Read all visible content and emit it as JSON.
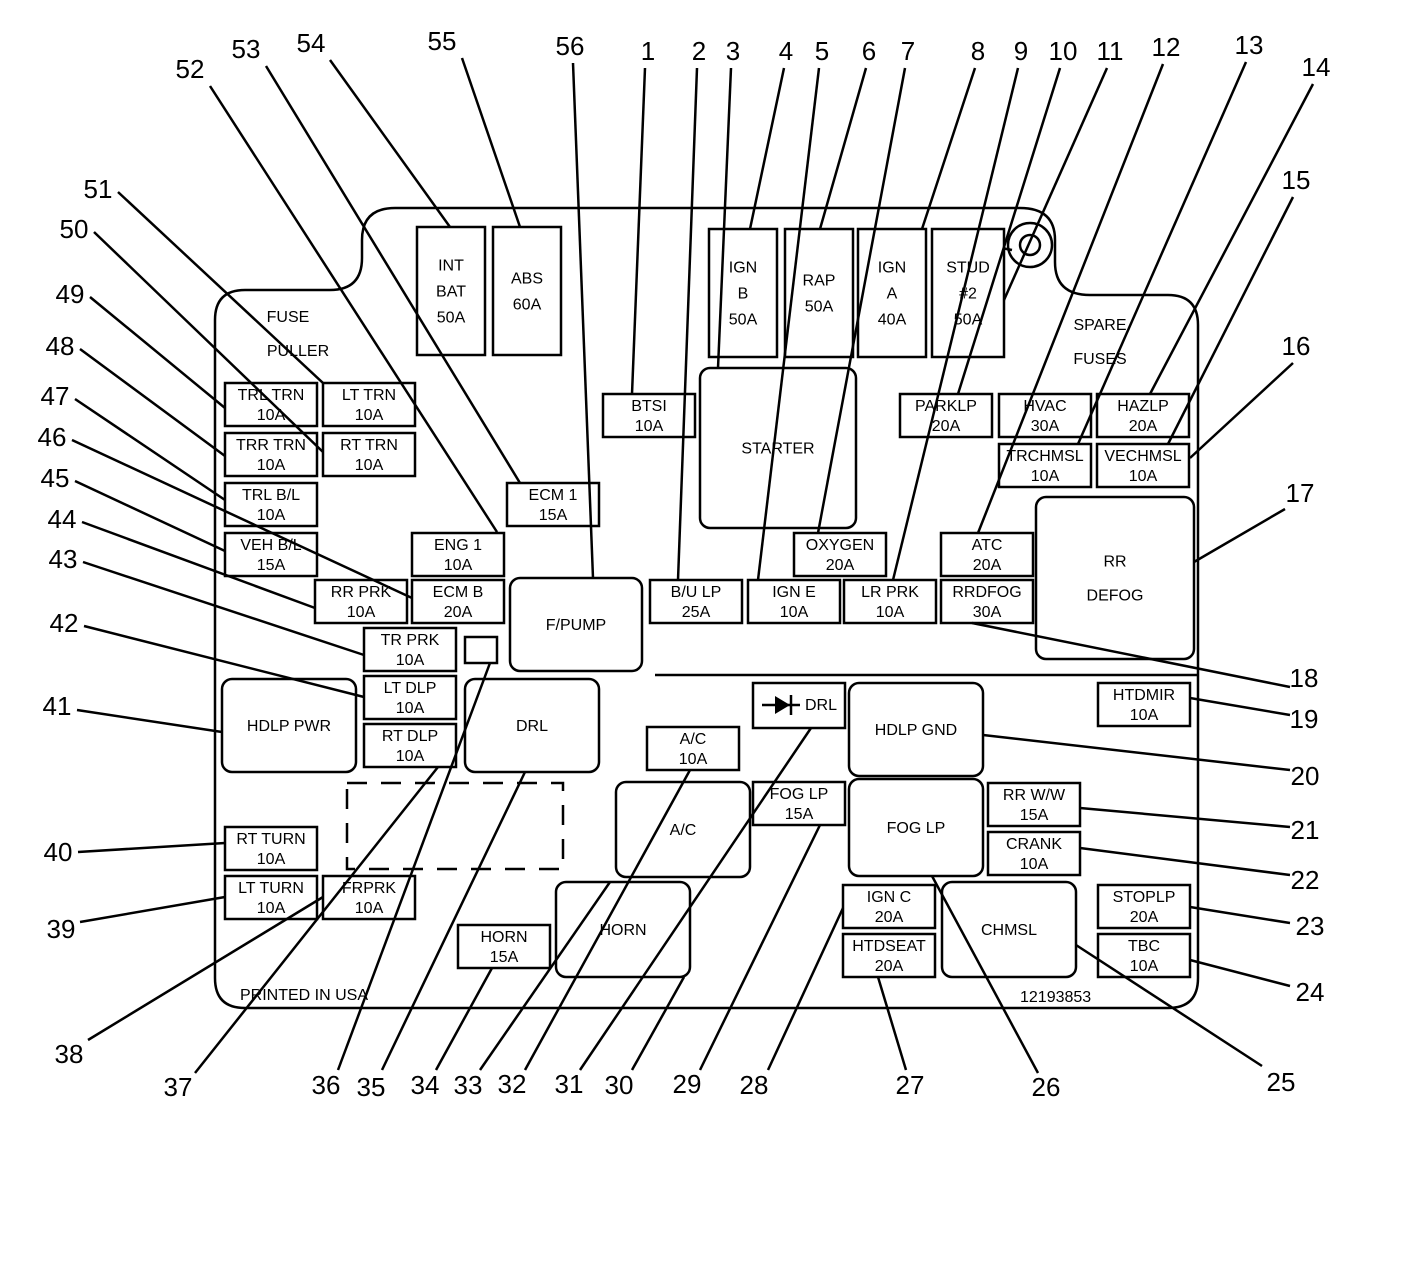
{
  "labels": {
    "fuse_puller": [
      "FUSE",
      "PULLER"
    ],
    "spare_fuses": [
      "SPARE",
      "FUSES"
    ],
    "printed": "PRINTED IN USA",
    "part_number": "12193853"
  },
  "fuses": [
    {
      "id": "f-btsi",
      "lines": [
        "BTSI",
        "10A"
      ]
    },
    {
      "id": "f-ecm1",
      "lines": [
        "ECM 1",
        "15A"
      ]
    },
    {
      "id": "f-eng1",
      "lines": [
        "ENG 1",
        "10A"
      ]
    },
    {
      "id": "f-ecmb",
      "lines": [
        "ECM B",
        "20A"
      ]
    },
    {
      "id": "f-rrprk",
      "lines": [
        "RR PRK",
        "10A"
      ]
    },
    {
      "id": "f-trprk",
      "lines": [
        "TR PRK",
        "10A"
      ]
    },
    {
      "id": "f-ltdlp",
      "lines": [
        "LT DLP",
        "10A"
      ]
    },
    {
      "id": "f-rtdlp",
      "lines": [
        "RT DLP",
        "10A"
      ]
    },
    {
      "id": "f-trltrn",
      "lines": [
        "TRL TRN",
        "10A"
      ]
    },
    {
      "id": "f-lttrn",
      "lines": [
        "LT TRN",
        "10A"
      ]
    },
    {
      "id": "f-trrtrn",
      "lines": [
        "TRR TRN",
        "10A"
      ]
    },
    {
      "id": "f-rttrn",
      "lines": [
        "RT TRN",
        "10A"
      ]
    },
    {
      "id": "f-trlbl",
      "lines": [
        "TRL B/L",
        "10A"
      ]
    },
    {
      "id": "f-vehbl",
      "lines": [
        "VEH B/L",
        "15A"
      ]
    },
    {
      "id": "f-rtturn",
      "lines": [
        "RT TURN",
        "10A"
      ]
    },
    {
      "id": "f-ltturn",
      "lines": [
        "LT TURN",
        "10A"
      ]
    },
    {
      "id": "f-frprk",
      "lines": [
        "FRPRK",
        "10A"
      ]
    },
    {
      "id": "f-horn",
      "lines": [
        "HORN",
        "15A"
      ]
    },
    {
      "id": "f-ac",
      "lines": [
        "A/C",
        "10A"
      ]
    },
    {
      "id": "f-foglp",
      "lines": [
        "FOG LP",
        "15A"
      ]
    },
    {
      "id": "f-bulp",
      "lines": [
        "B/U LP",
        "25A"
      ]
    },
    {
      "id": "f-igne",
      "lines": [
        "IGN E",
        "10A"
      ]
    },
    {
      "id": "f-lrprk",
      "lines": [
        "LR PRK",
        "10A"
      ]
    },
    {
      "id": "f-rrdfog",
      "lines": [
        "RRDFOG",
        "30A"
      ]
    },
    {
      "id": "f-oxygen",
      "lines": [
        "OXYGEN",
        "20A"
      ]
    },
    {
      "id": "f-atc",
      "lines": [
        "ATC",
        "20A"
      ]
    },
    {
      "id": "f-parklp",
      "lines": [
        "PARKLP",
        "20A"
      ]
    },
    {
      "id": "f-hvac",
      "lines": [
        "HVAC",
        "30A"
      ]
    },
    {
      "id": "f-hazlp",
      "lines": [
        "HAZLP",
        "20A"
      ]
    },
    {
      "id": "f-trchmsl",
      "lines": [
        "TRCHMSL",
        "10A"
      ]
    },
    {
      "id": "f-vechmsl",
      "lines": [
        "VECHMSL",
        "10A"
      ]
    },
    {
      "id": "f-htdmir",
      "lines": [
        "HTDMIR",
        "10A"
      ]
    },
    {
      "id": "f-rrww",
      "lines": [
        "RR W/W",
        "15A"
      ]
    },
    {
      "id": "f-crank",
      "lines": [
        "CRANK",
        "10A"
      ]
    },
    {
      "id": "f-stoplp",
      "lines": [
        "STOPLP",
        "20A"
      ]
    },
    {
      "id": "f-tbc",
      "lines": [
        "TBC",
        "10A"
      ]
    },
    {
      "id": "f-ignc",
      "lines": [
        "IGN C",
        "20A"
      ]
    },
    {
      "id": "f-htdseat",
      "lines": [
        "HTDSEAT",
        "20A"
      ]
    }
  ],
  "maxi_fuses": [
    {
      "id": "m-intbat",
      "lines": [
        "INT",
        "BAT",
        "50A"
      ]
    },
    {
      "id": "m-abs",
      "lines": [
        "ABS",
        "60A"
      ]
    },
    {
      "id": "m-ignb",
      "lines": [
        "IGN",
        "B",
        "50A"
      ]
    },
    {
      "id": "m-rap",
      "lines": [
        "RAP",
        "50A"
      ]
    },
    {
      "id": "m-igna",
      "lines": [
        "IGN",
        "A",
        "40A"
      ]
    },
    {
      "id": "m-stud2",
      "lines": [
        "STUD",
        "#2",
        "50A"
      ]
    }
  ],
  "relays": [
    {
      "id": "r-starter",
      "lines": [
        "STARTER"
      ]
    },
    {
      "id": "r-fpump",
      "lines": [
        "F/PUMP"
      ]
    },
    {
      "id": "r-hdlppwr",
      "lines": [
        "HDLP PWR"
      ]
    },
    {
      "id": "r-drl",
      "lines": [
        "DRL"
      ]
    },
    {
      "id": "r-ac",
      "lines": [
        "A/C"
      ]
    },
    {
      "id": "r-horn",
      "lines": [
        "HORN"
      ]
    },
    {
      "id": "r-hdlpgnd",
      "lines": [
        "HDLP GND"
      ]
    },
    {
      "id": "r-foglp",
      "lines": [
        "FOG LP"
      ]
    },
    {
      "id": "r-chmsl",
      "lines": [
        "CHMSL"
      ]
    },
    {
      "id": "r-rrdefog",
      "lines": [
        "RR",
        "DEFOG"
      ]
    }
  ],
  "diode": {
    "label": "DRL"
  },
  "callouts": [
    "1",
    "2",
    "3",
    "4",
    "5",
    "6",
    "7",
    "8",
    "9",
    "10",
    "11",
    "12",
    "13",
    "14",
    "15",
    "16",
    "17",
    "18",
    "19",
    "20",
    "21",
    "22",
    "23",
    "24",
    "25",
    "26",
    "27",
    "28",
    "29",
    "30",
    "31",
    "32",
    "33",
    "34",
    "35",
    "36",
    "37",
    "38",
    "39",
    "40",
    "41",
    "42",
    "43",
    "44",
    "45",
    "46",
    "47",
    "48",
    "49",
    "50",
    "51",
    "52",
    "53",
    "54",
    "55",
    "56"
  ]
}
